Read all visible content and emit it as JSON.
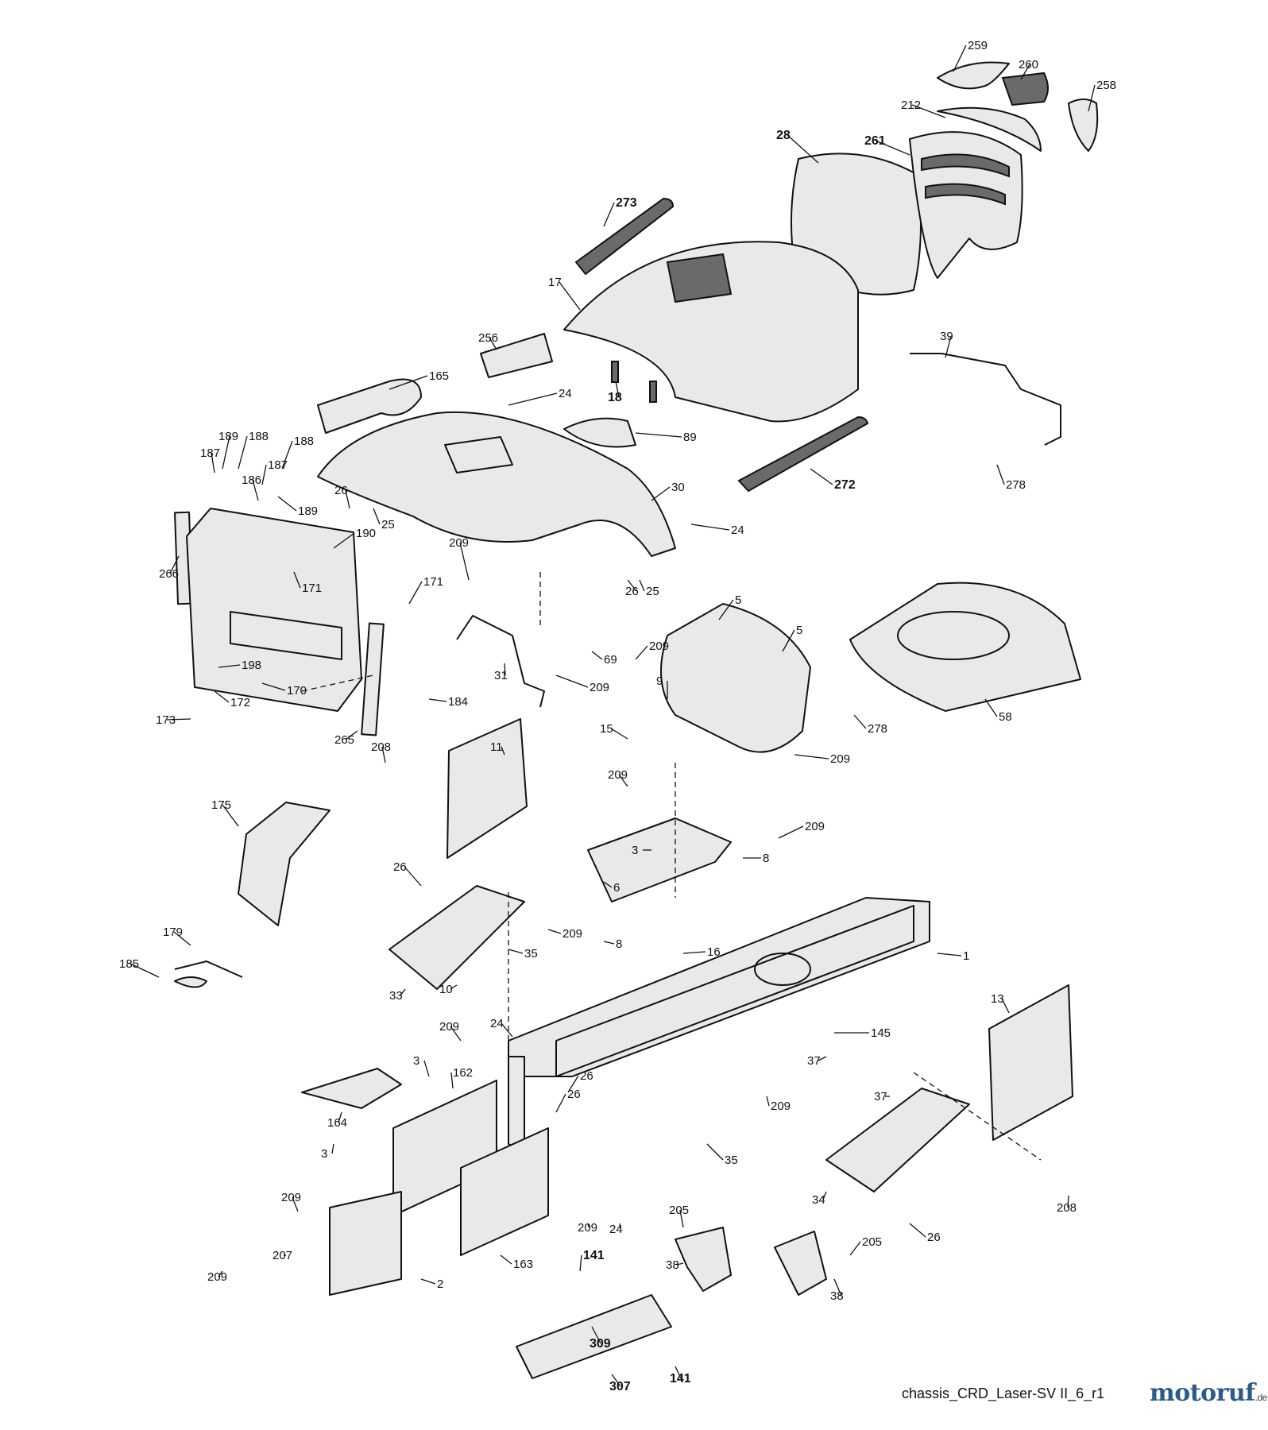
{
  "diagram": {
    "labels": [
      "259",
      "260",
      "258",
      "212",
      "28",
      "261",
      "273",
      "17",
      "256",
      "165",
      "18",
      "24",
      "89",
      "39",
      "278",
      "189",
      "188",
      "187",
      "186",
      "187",
      "188",
      "189",
      "26",
      "25",
      "30",
      "272",
      "24",
      "190",
      "266",
      "171",
      "171",
      "209",
      "26",
      "25",
      "5",
      "5",
      "58",
      "278",
      "198",
      "172",
      "173",
      "170",
      "265",
      "184",
      "31",
      "209",
      "69",
      "209",
      "9",
      "15",
      "209",
      "11",
      "208",
      "209",
      "3",
      "8",
      "209",
      "26",
      "175",
      "179",
      "185",
      "33",
      "209",
      "35",
      "10",
      "6",
      "8",
      "16",
      "1",
      "13",
      "24",
      "209",
      "145",
      "37",
      "37",
      "3",
      "162",
      "26",
      "26",
      "209",
      "164",
      "3",
      "35",
      "34",
      "208",
      "26",
      "209",
      "24",
      "163",
      "205",
      "205",
      "38",
      "38",
      "209",
      "207",
      "209",
      "2",
      "141",
      "309",
      "141",
      "307"
    ],
    "caption": "chassis_CRD_Laser-SV II_6_r1"
  },
  "watermark": {
    "brand": "motoruf",
    "suffix": ".de"
  },
  "colors": {
    "ink": "#111111",
    "logo": "#2c5a8a"
  }
}
